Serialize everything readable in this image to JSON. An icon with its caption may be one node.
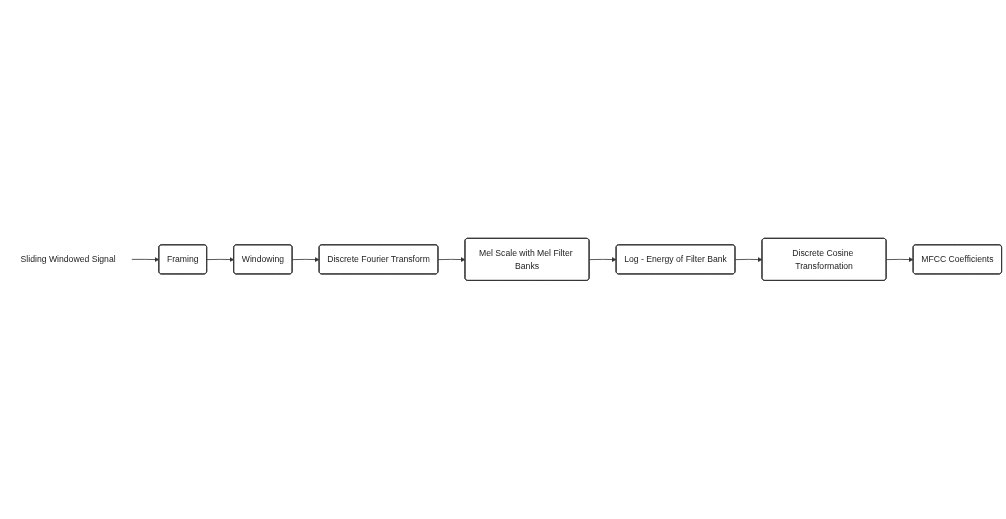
{
  "diagram": {
    "nodes": [
      {
        "text": [
          "Sliding Windowed Signal"
        ]
      },
      {
        "text": [
          "Framing"
        ]
      },
      {
        "text": [
          "Windowing"
        ]
      },
      {
        "text": [
          "Discrete Fourier Transform"
        ]
      },
      {
        "text": [
          "Mel Scale with Mel Filter Banks"
        ]
      },
      {
        "text": [
          "Log - Energy of Filter Bank"
        ]
      },
      {
        "text": [
          "Discrete Cosine Transformation"
        ]
      },
      {
        "text": [
          "MFCC Coefficients"
        ]
      }
    ],
    "edges": [
      {
        "from": 0,
        "to": 1,
        "arrow": "to"
      },
      {
        "from": 1,
        "to": 2,
        "arrow": "to"
      },
      {
        "from": 2,
        "to": 3,
        "arrow": "to"
      },
      {
        "from": 3,
        "to": 4,
        "arrow": "to"
      },
      {
        "from": 4,
        "to": 5,
        "arrow": "to"
      },
      {
        "from": 5,
        "to": 6,
        "arrow": "to"
      },
      {
        "from": 6,
        "to": 7,
        "arrow": "to"
      }
    ]
  }
}
